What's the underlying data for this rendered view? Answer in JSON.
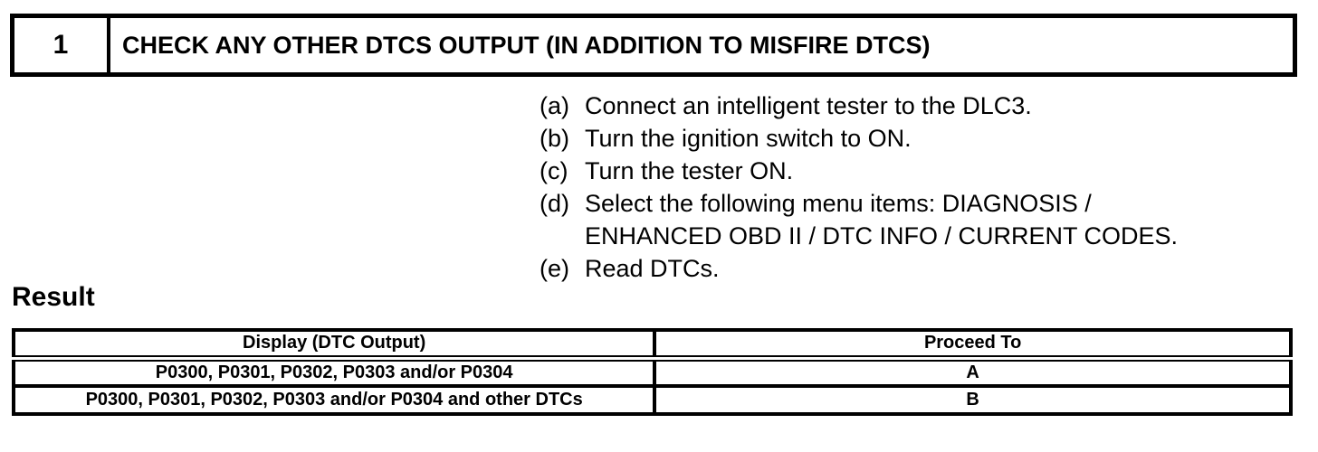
{
  "step": {
    "number": "1",
    "title": "CHECK ANY OTHER DTCS OUTPUT (IN ADDITION TO MISFIRE DTCS)"
  },
  "instructions": [
    {
      "marker": "(a)",
      "lines": [
        "Connect an intelligent tester to the DLC3."
      ]
    },
    {
      "marker": "(b)",
      "lines": [
        "Turn the ignition switch to ON."
      ]
    },
    {
      "marker": "(c)",
      "lines": [
        "Turn the tester ON."
      ]
    },
    {
      "marker": "(d)",
      "lines": [
        "Select the following menu items: DIAGNOSIS /",
        "ENHANCED OBD II / DTC INFO / CURRENT CODES."
      ]
    },
    {
      "marker": "(e)",
      "lines": [
        "Read DTCs."
      ]
    }
  ],
  "result": {
    "heading": "Result",
    "table": {
      "headers": [
        "Display (DTC Output)",
        "Proceed To"
      ],
      "rows": [
        [
          "P0300, P0301, P0302, P0303 and/or P0304",
          "A"
        ],
        [
          "P0300, P0301, P0302, P0303 and/or P0304 and other DTCs",
          "B"
        ]
      ]
    }
  },
  "colors": {
    "text": "#000000",
    "background": "#ffffff",
    "border": "#000000"
  }
}
